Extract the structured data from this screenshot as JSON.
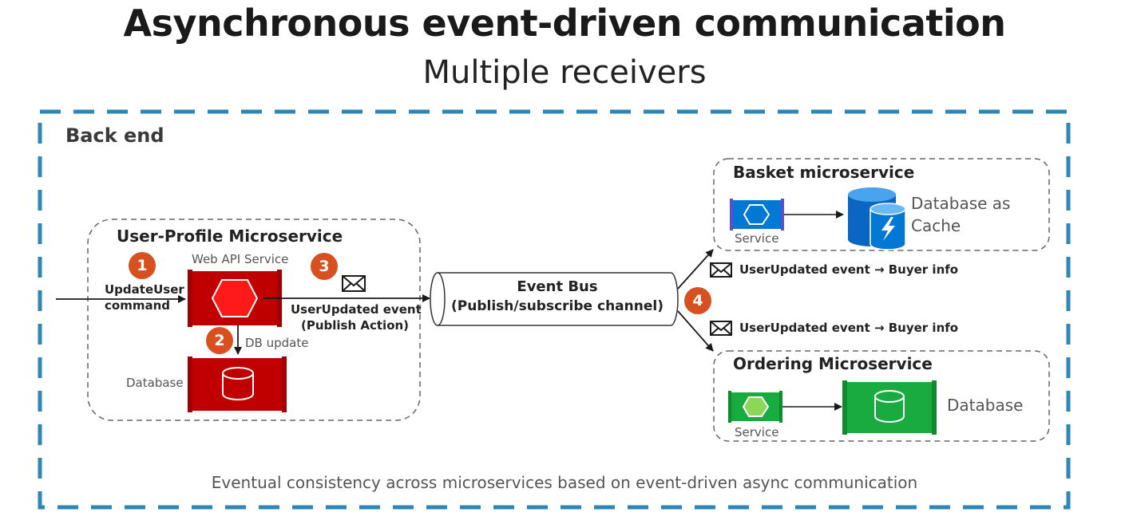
{
  "title": "Asynchronous event-driven communication",
  "subtitle": "Multiple receivers",
  "backend": {
    "label": "Back end"
  },
  "user_profile": {
    "title": "User-Profile Microservice",
    "web_api_label": "Web API Service",
    "database_label": "Database",
    "db_update_label": "DB update"
  },
  "command": {
    "line1": "UpdateUser",
    "line2": "command"
  },
  "publish": {
    "line1": "UserUpdated event",
    "line2": "(Publish Action)"
  },
  "event_bus": {
    "line1": "Event Bus",
    "line2": "(Publish/subscribe channel)"
  },
  "steps": [
    "1",
    "2",
    "3",
    "4"
  ],
  "basket": {
    "title": "Basket microservice",
    "service_label": "Service",
    "db_line1": "Database as",
    "db_line2": "Cache"
  },
  "ordering": {
    "title": "Ordering Microservice",
    "service_label": "Service",
    "db_label": "Database"
  },
  "events": {
    "to_basket": "UserUpdated event → Buyer info",
    "to_ordering": "UserUpdated event → Buyer info"
  },
  "footer": "Eventual consistency across microservices based on event-driven async communication",
  "colors": {
    "red": "#c00000",
    "blue": "#0078d4",
    "green": "#1aab40",
    "step": "#d8501f",
    "frame": "#2e86b5"
  }
}
